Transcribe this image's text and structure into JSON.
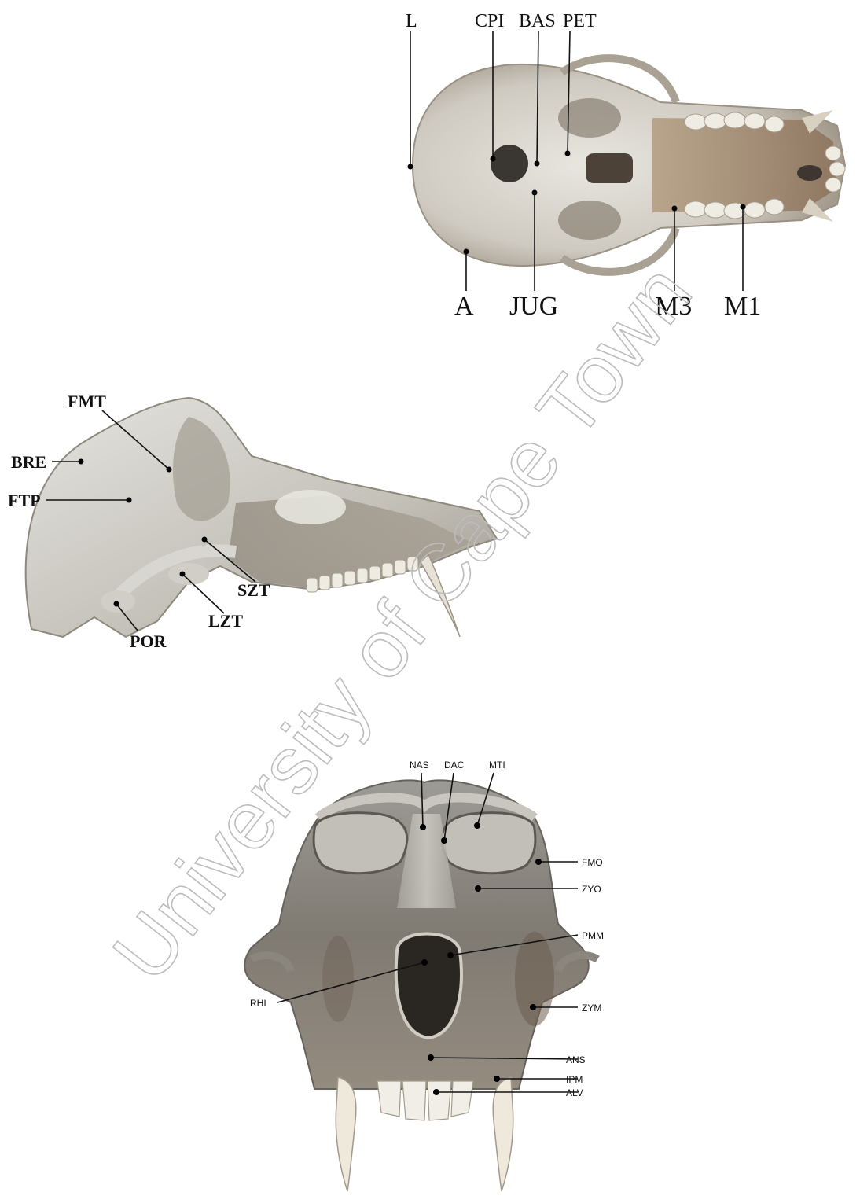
{
  "figures": [
    {
      "view": "basal",
      "labels": {
        "l": "L",
        "cpi": "CPI",
        "bas": "BAS",
        "pet": "PET",
        "a": "A",
        "jug": "JUG",
        "m3": "M3",
        "m1": "M1"
      }
    },
    {
      "view": "lateral",
      "labels": {
        "fmt": "FMT",
        "bre": "BRE",
        "ftp": "FTP",
        "szt": "SZT",
        "lzt": "LZT",
        "por": "POR"
      }
    },
    {
      "view": "frontal",
      "labels": {
        "nas": "NAS",
        "dac": "DAC",
        "mti": "MTI",
        "fmo": "FMO",
        "zyo": "ZYO",
        "pmm": "PMM",
        "rhi": "RHI",
        "zym": "ZYM",
        "ans": "ANS",
        "ipm": "IPM",
        "alv": "ALV"
      }
    }
  ],
  "watermark": {
    "text": "University of Cape Town"
  },
  "colors": {
    "bone_light": "#d9d6cf",
    "bone_dark": "#8f8578",
    "text": "#111111"
  }
}
